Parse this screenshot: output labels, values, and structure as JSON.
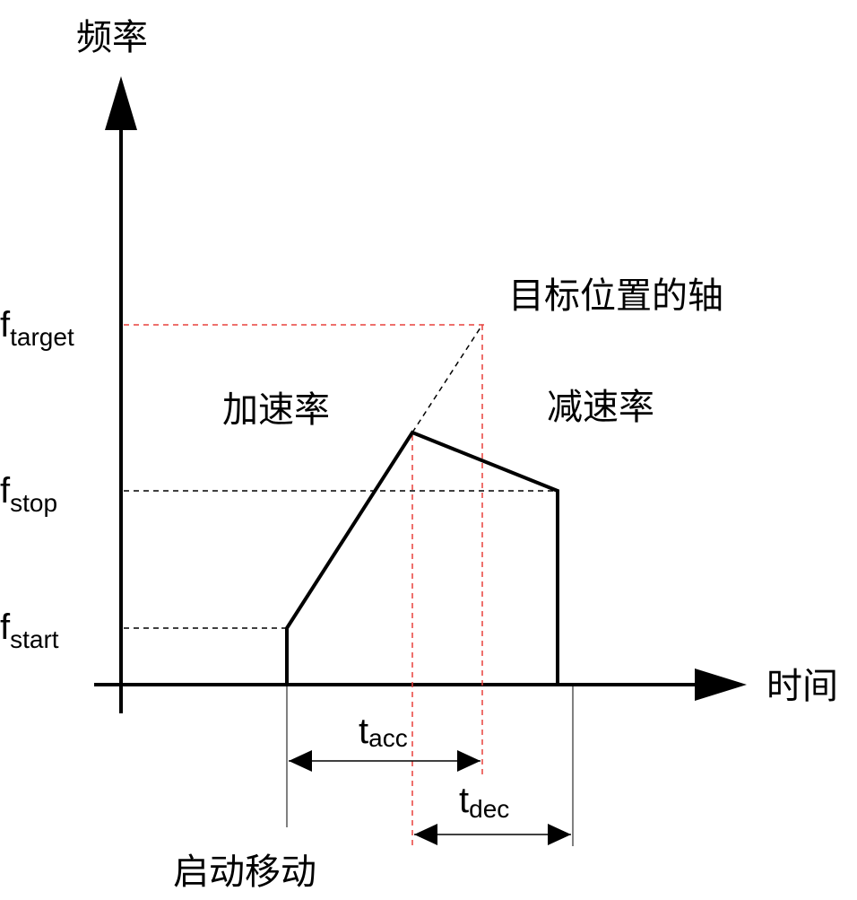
{
  "axes": {
    "y_label": "频率",
    "x_label": "时间"
  },
  "levels": {
    "target": {
      "symbol": "f",
      "subscript": "target"
    },
    "stop": {
      "symbol": "f",
      "subscript": "stop"
    },
    "start": {
      "symbol": "f",
      "subscript": "start"
    }
  },
  "annotations": {
    "accel": "加速率",
    "decel": "减速率",
    "target_axis": "目标位置的轴",
    "start_move": "启动移动"
  },
  "intervals": {
    "acc": {
      "symbol": "t",
      "subscript": "acc"
    },
    "dec": {
      "symbol": "t",
      "subscript": "dec"
    }
  },
  "colors": {
    "line": "#000000",
    "guide_red": "#e8413c",
    "guide_black": "#000000"
  }
}
